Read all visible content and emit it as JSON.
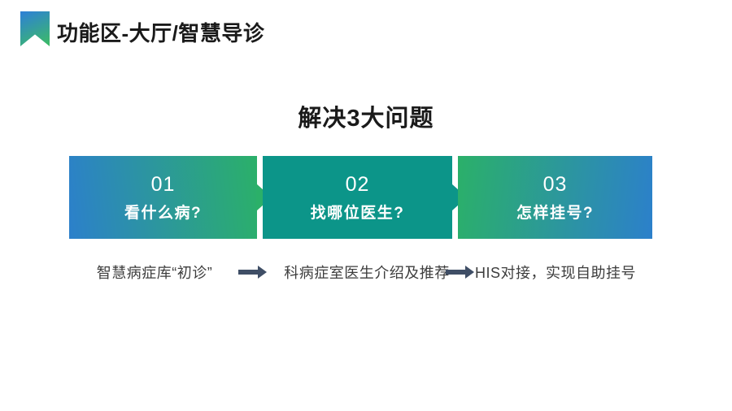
{
  "header": {
    "title": "功能区-大厅/智慧导诊"
  },
  "heading": "解决3大问题",
  "steps": [
    {
      "number": "01",
      "question": "看什么病?",
      "note": "智慧病症库“初诊”"
    },
    {
      "number": "02",
      "question": "找哪位医生?",
      "note": "科病症室医生介绍及推荐"
    },
    {
      "number": "03",
      "question": "怎样挂号?",
      "note": "HIS对接，实现自助挂号"
    }
  ],
  "icons": {
    "bookmark": "bookmark-ribbon",
    "step_connector": "chevron-right",
    "note_connector": "arrow-right"
  },
  "colors": {
    "blue": "#2c80cb",
    "green": "#2bb069",
    "teal": "#0c9589",
    "title_text": "#1a1a1a",
    "note_text": "#3d3d3d",
    "note_arrow": "#3f4e66",
    "background": "#ffffff"
  }
}
